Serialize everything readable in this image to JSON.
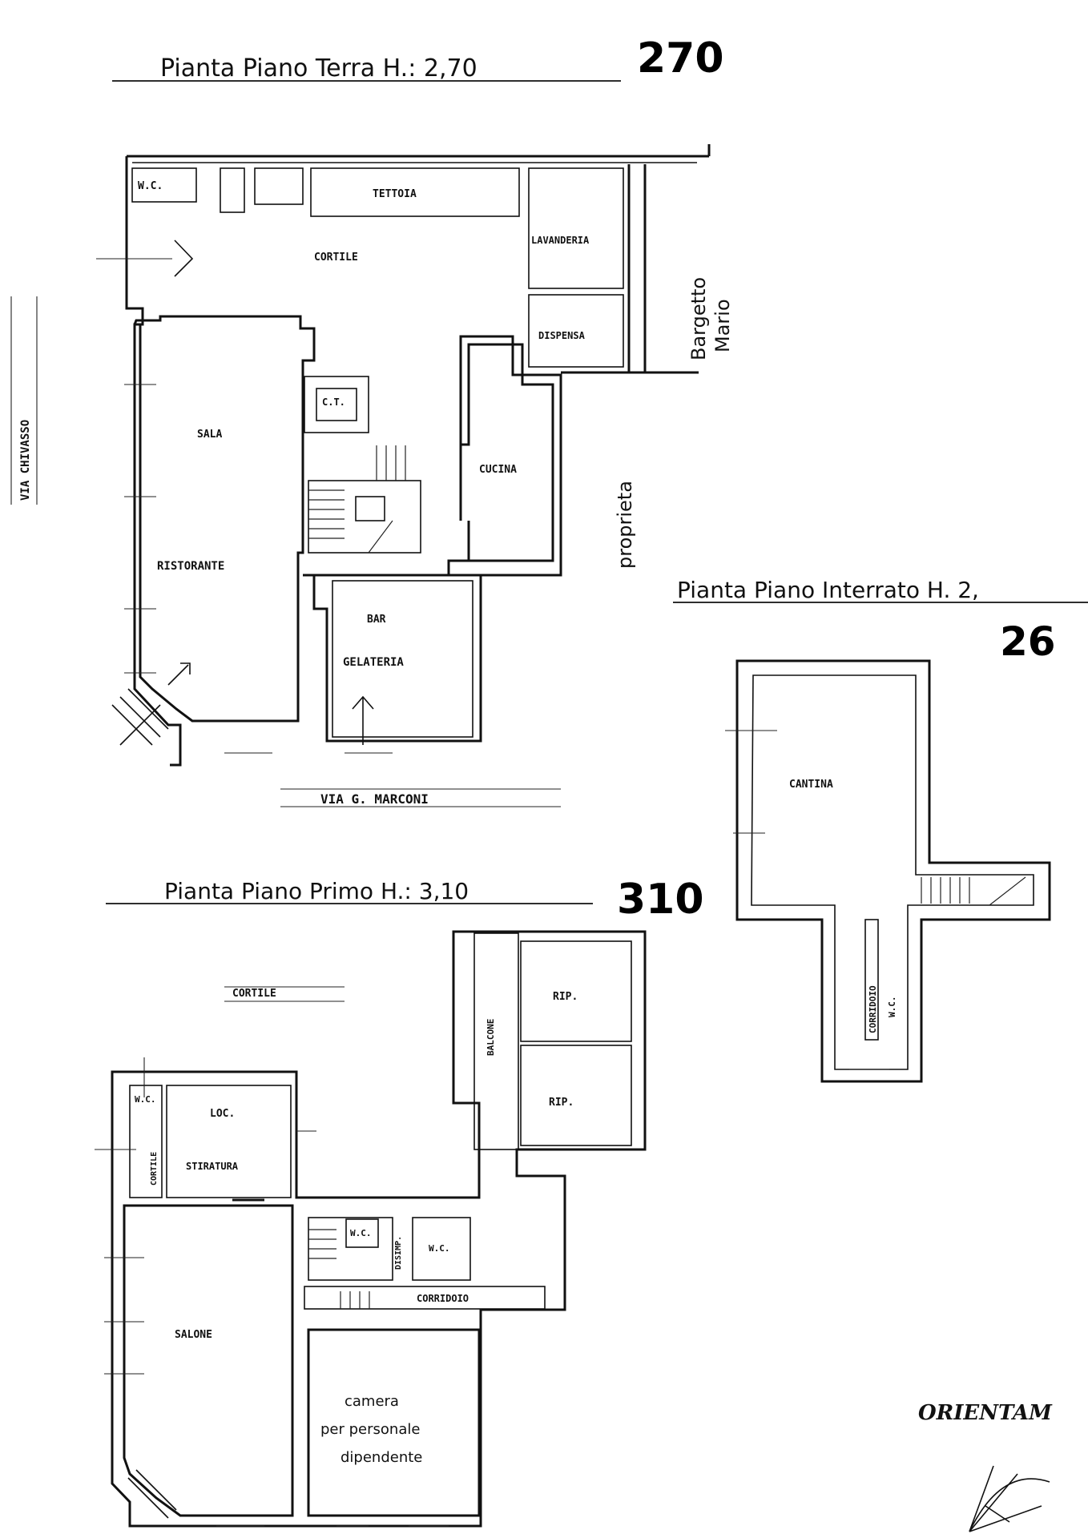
{
  "titles": {
    "ground": "Pianta Piano Terra H.: 2,70",
    "ground_num": "270",
    "basement": "Pianta Piano Interrato H. 2,",
    "basement_num": "26",
    "first": "Pianta Piano Primo H.: 3,10",
    "first_num": "310"
  },
  "side_labels": {
    "street_left": "VIA CHIVASSO",
    "neighbor_1": "Bargetto",
    "neighbor_2": "Mario",
    "property": "proprieta",
    "street_bottom": "VIA G. MARCONI",
    "orientation": "ORIENTAM"
  },
  "ground_rooms": {
    "wc": "W.C.",
    "tettoia": "TETTOIA",
    "cortile": "CORTILE",
    "lavanderia": "LAVANDERIA",
    "dispensa": "DISPENSA",
    "ct": "C.T.",
    "sala": "SALA",
    "cucina": "CUCINA",
    "ristorante": "RISTORANTE",
    "bar": "BAR",
    "gelateria": "GELATERIA"
  },
  "basement_rooms": {
    "cantina": "CANTINA",
    "corridoio": "CORRIDOIO",
    "wc": "W.C."
  },
  "first_rooms": {
    "cortile": "CORTILE",
    "balcone": "BALCONE",
    "rip1": "RIP.",
    "rip2": "RIP.",
    "wc1": "W.C.",
    "loc": "LOC.",
    "stiratura": "STIRATURA",
    "cortile_small": "CORTILE",
    "wc2": "W.C.",
    "disimp": "DISIMP.",
    "wc3": "W.C.",
    "corridoio": "CORRIDOIO",
    "salone": "SALONE",
    "camera_1": "camera",
    "camera_2": "per personale",
    "camera_3": "dipendente"
  }
}
